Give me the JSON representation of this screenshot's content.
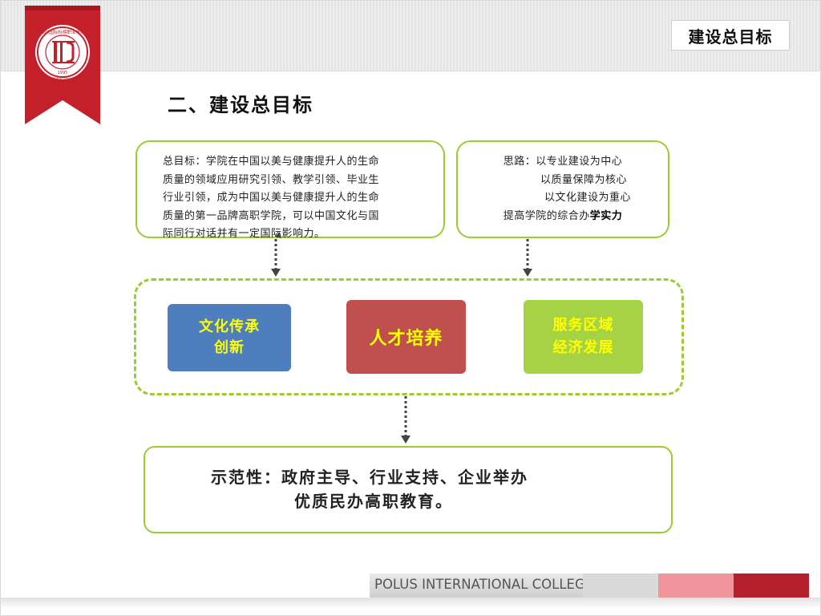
{
  "header": {
    "tag_label": "建设总目标",
    "logo_text": "四川国际标榜职业学院",
    "logo_year": "1995",
    "logo_en": "POLUS INTERNATIONAL COLLEGE"
  },
  "title": "二、建设总目标",
  "goal_box": {
    "lines": [
      "总目标：学院在中国以美与健康提升人的生命",
      "质量的领域应用研究引领、教学引领、毕业生",
      "行业引领，成为中国以美与健康提升人的生命",
      "质量的第一品牌高职学院，可以中国文化与国",
      "际同行对话并有一定国际影响力。"
    ]
  },
  "idea_box": {
    "line1": "思路：以专业建设为中心",
    "line2": "以质量保障为核心",
    "line3": "以文化建设为重心",
    "line4_prefix": "提高学院的综合办",
    "line4_strong": "学实力"
  },
  "pills": {
    "blue_line1": "文化传承",
    "blue_line2": "创新",
    "red": "人才培养",
    "green_line1": "服务区域",
    "green_line2": "经济发展"
  },
  "demo_box": {
    "line1": "示范性：政府主导、行业支持、企业举办",
    "line2": "优质民办高职教育。"
  },
  "footer": {
    "college": "POLUS INTERNATIONAL COLLEGE"
  },
  "colors": {
    "accent_green": "#9acd32",
    "blue": "#4f7ebf",
    "red": "#c0504d",
    "green": "#a6d346",
    "highlight_text": "#ffff00",
    "brand_red": "#b3202c"
  }
}
